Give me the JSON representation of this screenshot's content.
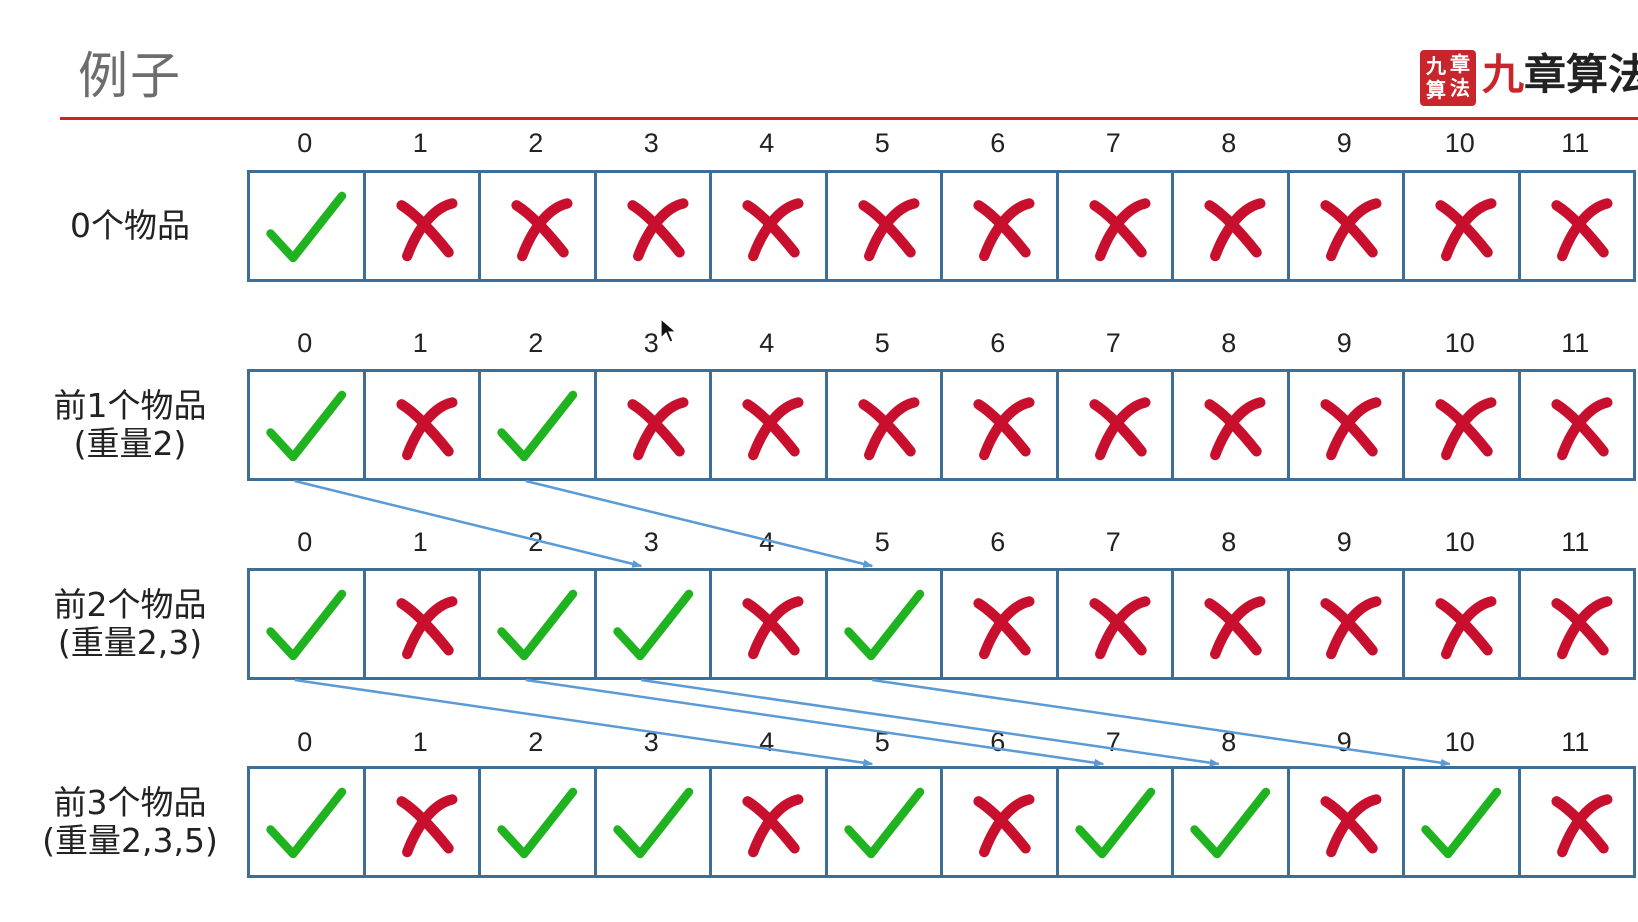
{
  "slide": {
    "title": "例子",
    "logo": {
      "seal_chars": [
        "九",
        "章",
        "算",
        "法"
      ],
      "text_red": "九",
      "text": "章算法"
    }
  },
  "columns": [
    "0",
    "1",
    "2",
    "3",
    "4",
    "5",
    "6",
    "7",
    "8",
    "9",
    "10",
    "11"
  ],
  "rows": [
    {
      "label_lines": [
        "0个物品"
      ],
      "cells": [
        true,
        false,
        false,
        false,
        false,
        false,
        false,
        false,
        false,
        false,
        false,
        false
      ]
    },
    {
      "label_lines": [
        "前1个物品",
        "(重量2)"
      ],
      "cells": [
        true,
        false,
        true,
        false,
        false,
        false,
        false,
        false,
        false,
        false,
        false,
        false
      ]
    },
    {
      "label_lines": [
        "前2个物品",
        "(重量2,3)"
      ],
      "cells": [
        true,
        false,
        true,
        true,
        false,
        true,
        false,
        false,
        false,
        false,
        false,
        false
      ]
    },
    {
      "label_lines": [
        "前3个物品",
        "(重量2,3,5)"
      ],
      "cells": [
        true,
        false,
        true,
        true,
        false,
        true,
        false,
        true,
        true,
        false,
        true,
        false
      ]
    }
  ],
  "transitions": [
    {
      "from_row": 1,
      "to_row": 2,
      "from_col": 0,
      "to_col": 3
    },
    {
      "from_row": 1,
      "to_row": 2,
      "from_col": 2,
      "to_col": 5
    },
    {
      "from_row": 2,
      "to_row": 3,
      "from_col": 0,
      "to_col": 5
    },
    {
      "from_row": 2,
      "to_row": 3,
      "from_col": 2,
      "to_col": 7
    },
    {
      "from_row": 2,
      "to_row": 3,
      "from_col": 3,
      "to_col": 8
    },
    {
      "from_row": 2,
      "to_row": 3,
      "from_col": 5,
      "to_col": 10
    }
  ],
  "colors": {
    "check": "#1fb31f",
    "cross": "#c8102e",
    "cell_border": "#3d6e96",
    "arrow": "#5b9bd5",
    "title_rule": "#c8262c"
  },
  "icons": {
    "true": "green-check-icon",
    "false": "red-cross-icon"
  }
}
